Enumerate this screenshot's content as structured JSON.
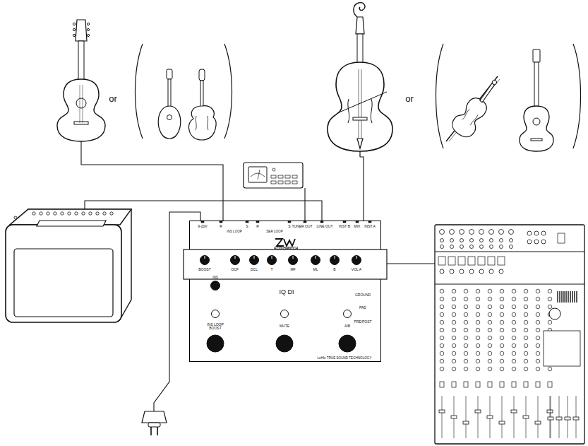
{
  "diagram": {
    "nodes": [
      {
        "text": [
          "IQ DI"
        ]
      }
    ],
    "labels": [
      "or",
      "or",
      "9-20V",
      "R",
      "INS LOOP",
      "S",
      "R",
      "SER LOOP",
      "S",
      "TUNER OUT",
      "LINE OUT",
      "INST B",
      "MIX",
      "INST A",
      "ACOUSWITCH",
      "BOOST",
      "DCF",
      "DCL",
      "T",
      "MF",
      "ML",
      "B",
      "VOL A",
      "INS",
      "GROUND",
      "PAD",
      "PRE/POST",
      "INS LOOP BOOST",
      "MUTE",
      "A/B",
      "LeHle TRUE SOUND TECHNOLOGY"
    ]
  }
}
